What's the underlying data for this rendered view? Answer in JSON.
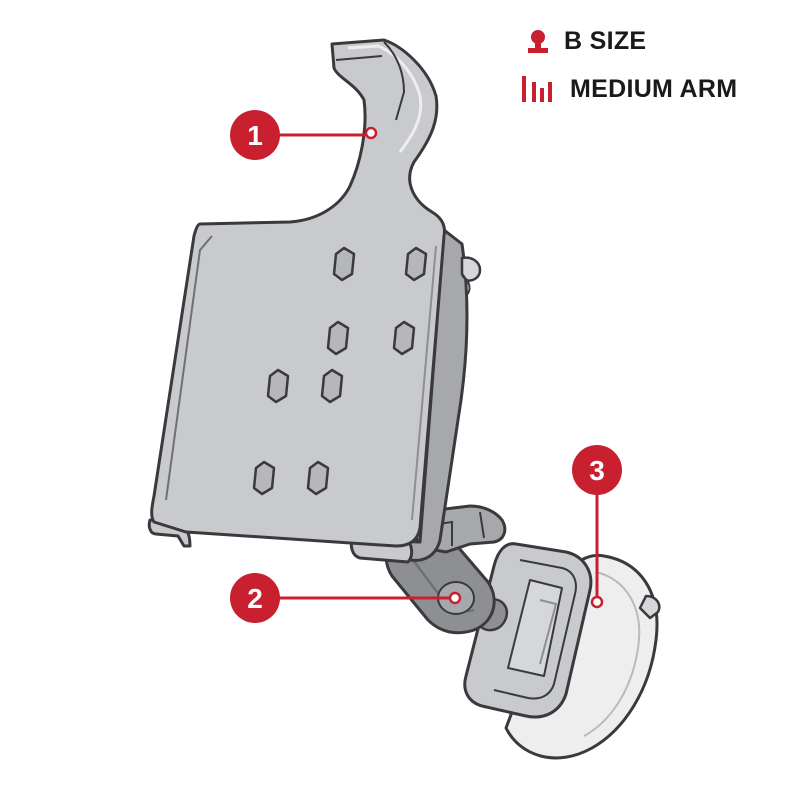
{
  "legend": {
    "size_label": "B SIZE",
    "arm_label": "MEDIUM ARM"
  },
  "callouts": [
    {
      "number": "1",
      "part": "holder-cradle"
    },
    {
      "number": "2",
      "part": "double-socket-arm"
    },
    {
      "number": "3",
      "part": "suction-cup-base"
    }
  ],
  "colors": {
    "accent": "#c8202f",
    "part_fill": "#c9cacd",
    "part_fill_light": "#d6d7da",
    "part_shadow": "#a7a8ac",
    "outline": "#3a3a3c",
    "suction_fill": "#eeeeef",
    "arm_fill": "#8e8f93"
  },
  "icons": {
    "size": "ball-size-icon",
    "arm": "arm-length-icon"
  }
}
